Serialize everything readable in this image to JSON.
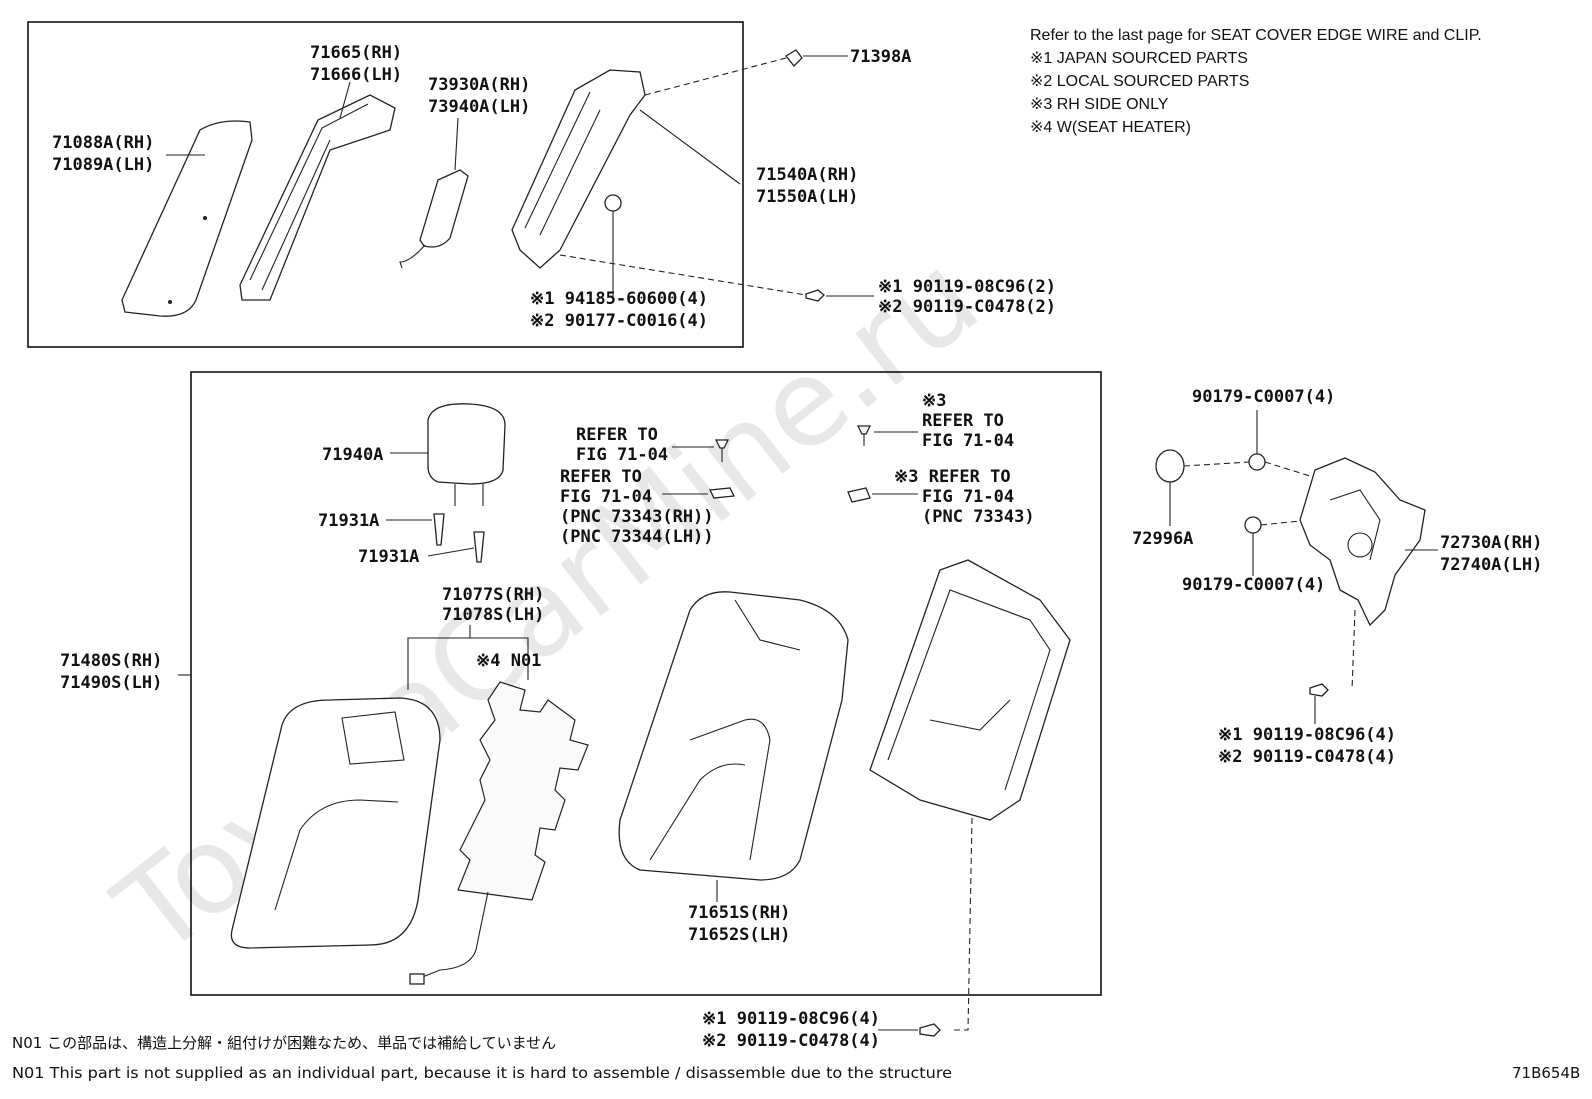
{
  "watermark": "ToyotaCarMine.ru",
  "notes": {
    "refer": "Refer to the last page for SEAT COVER EDGE WIRE and CLIP.",
    "n1": "※1 JAPAN SOURCED PARTS",
    "n2": "※2 LOCAL SOURCED PARTS",
    "n3": "※3 RH SIDE ONLY",
    "n4": "※4 W(SEAT HEATER)"
  },
  "labels": {
    "p71665": "71665(RH)",
    "p71666": "71666(LH)",
    "p73930": "73930A(RH)",
    "p73940": "73940A(LH)",
    "p71088": "71088A(RH)",
    "p71089": "71089A(LH)",
    "p71398": "71398A",
    "p71540": "71540A(RH)",
    "p71550": "71550A(LH)",
    "p94185": "※1 94185-60600(4)",
    "p90177": "※2 90177-C0016(4)",
    "p9011908a": "※1 90119-08C96(2)",
    "p90119c0a": "※2 90119-C0478(2)",
    "p71940": "71940A",
    "p71931a": "71931A",
    "p71931b": "71931A",
    "ref1a": "REFER TO",
    "ref1b": "FIG 71-04",
    "ref2a": "REFER TO",
    "ref2b": "FIG 71-04",
    "ref2c": "(PNC 73343(RH))",
    "ref2d": "(PNC 73344(LH))",
    "ref3a": "※3",
    "ref3b": "REFER TO",
    "ref3c": "FIG 71-04",
    "ref4a": "※3 REFER TO",
    "ref4b": "FIG 71-04",
    "ref4c": "(PNC 73343)",
    "p71077": "71077S(RH)",
    "p71078": "71078S(LH)",
    "n01": "※4 N01",
    "p71480": "71480S(RH)",
    "p71490": "71490S(LH)",
    "p71651": "71651S(RH)",
    "p71652": "71652S(LH)",
    "p9011908b": "※1 90119-08C96(4)",
    "p90119c0b": "※2 90119-C0478(4)",
    "p90179a": "90179-C0007(4)",
    "p72996": "72996A",
    "p72730": "72730A(RH)",
    "p72740": "72740A(LH)",
    "p90179b": "90179-C0007(4)",
    "p9011908c": "※1 90119-08C96(4)",
    "p90119c0c": "※2 90119-C0478(4)"
  },
  "footer": {
    "jp": "N01 この部品は、構造上分解・組付けが困難なため、単品では補給していません",
    "en": "N01 This part is not supplied as an individual part, because it is hard to assemble / disassemble due to the structure",
    "code": "71B654B"
  }
}
